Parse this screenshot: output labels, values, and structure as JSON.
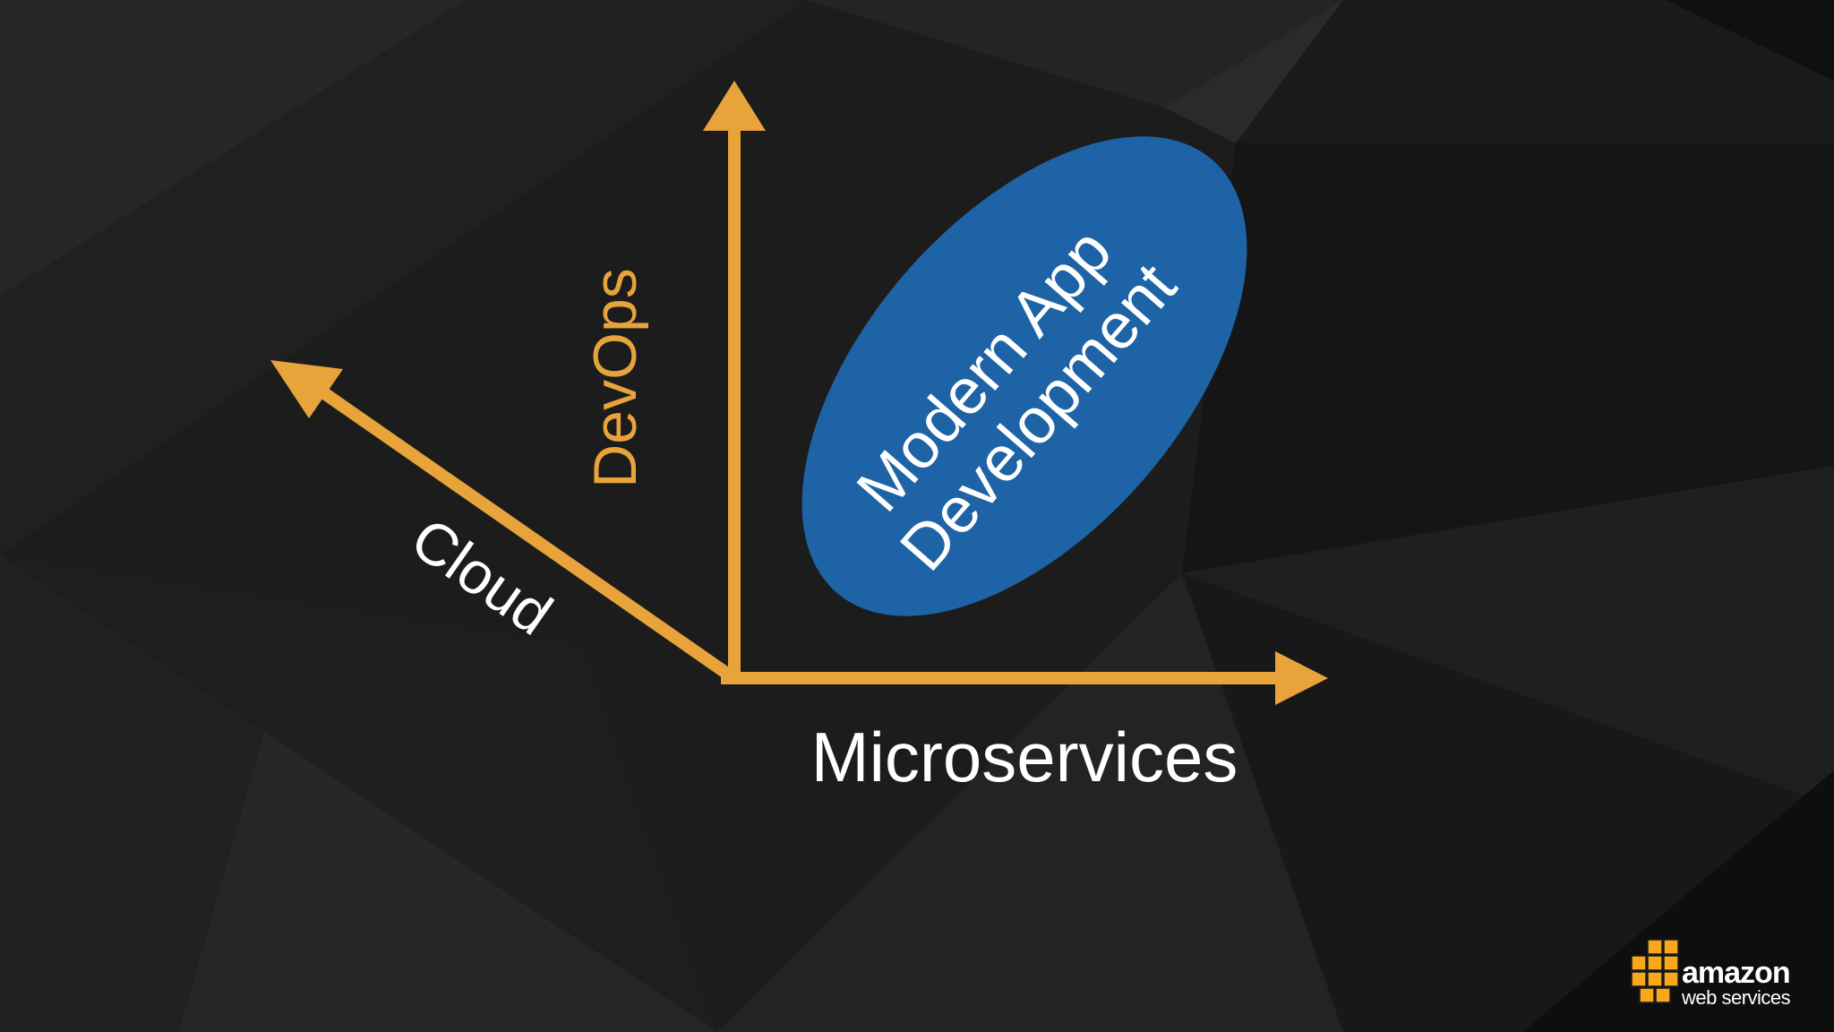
{
  "slide": {
    "background_color": "#1c1c1c",
    "arrow_color": "#e8a33a",
    "ellipse_color": "#1d63a6"
  },
  "axes": {
    "cloud_label": "Cloud",
    "devops_label": "DevOps",
    "microservices_label": "Microservices"
  },
  "highlight": {
    "line1": "Modern App",
    "line2": "Development"
  },
  "logo": {
    "word": "amazon",
    "sub": "web services",
    "icon": "aws-cubes-icon",
    "color": "#f7a81b"
  }
}
